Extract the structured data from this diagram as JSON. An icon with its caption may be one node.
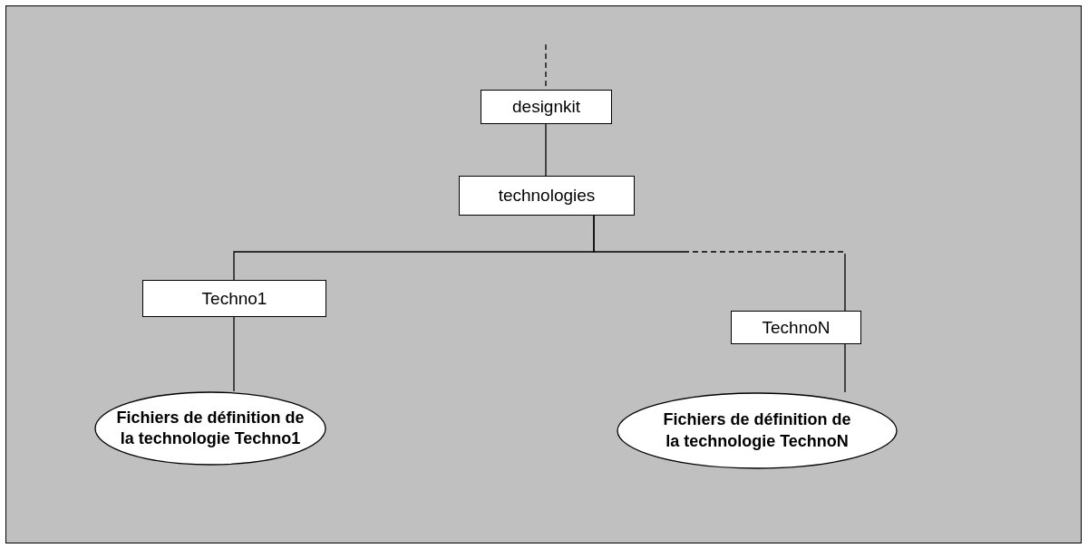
{
  "diagram": {
    "nodes": [
      {
        "text": [
          "designkit"
        ]
      },
      {
        "text": [
          "technologies"
        ]
      },
      {
        "text": [
          "Techno1"
        ]
      },
      {
        "text": [
          "TechnoN"
        ]
      },
      {
        "text": [
          "Fichiers de définition de la technologie Techno1"
        ]
      },
      {
        "text": [
          "Fichiers de définition de la technologie TechnoN"
        ]
      }
    ],
    "edges": [
      {
        "from": null,
        "to": 0,
        "arrow": "none",
        "style": "dashed"
      },
      {
        "from": 0,
        "to": 1,
        "arrow": "none"
      },
      {
        "from": 1,
        "to": 2,
        "arrow": "none"
      },
      {
        "from": 1,
        "to": 3,
        "arrow": "none",
        "style": "dashed"
      },
      {
        "from": 2,
        "to": 4,
        "arrow": "none"
      },
      {
        "from": 3,
        "to": 5,
        "arrow": "none"
      }
    ]
  }
}
